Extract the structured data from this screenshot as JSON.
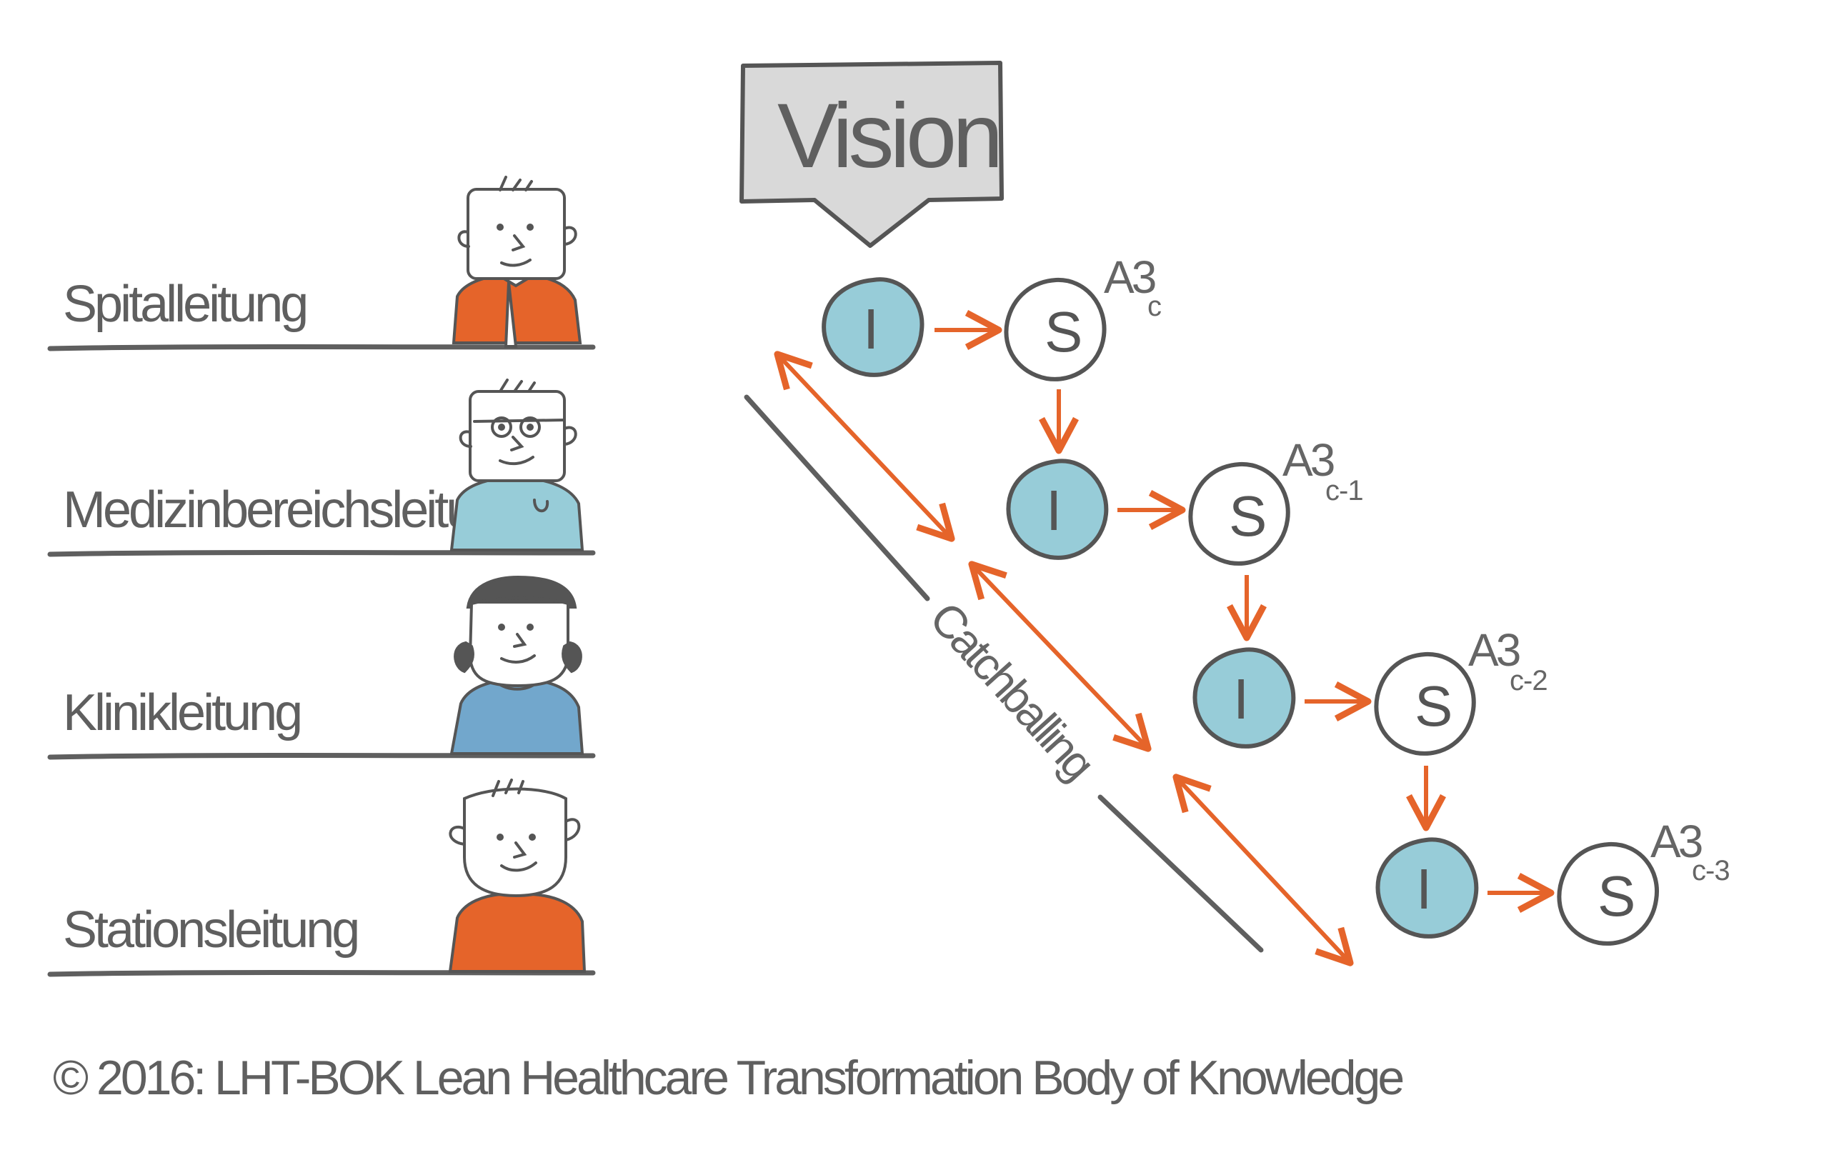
{
  "roles": [
    {
      "label": "Spitalleitung"
    },
    {
      "label": "Medizinbereichsleitung"
    },
    {
      "label": "Klinikleitung"
    },
    {
      "label": "Stationsleitung"
    }
  ],
  "vision": {
    "label": "Vision"
  },
  "cycles": [
    {
      "i_label": "I",
      "s_label": "S",
      "a3_main": "A3",
      "a3_sub": "c"
    },
    {
      "i_label": "I",
      "s_label": "S",
      "a3_main": "A3",
      "a3_sub": "c-1"
    },
    {
      "i_label": "I",
      "s_label": "S",
      "a3_main": "A3",
      "a3_sub": "c-2"
    },
    {
      "i_label": "I",
      "s_label": "S",
      "a3_main": "A3",
      "a3_sub": "c-3"
    }
  ],
  "catchballing": {
    "label": "Catchballing"
  },
  "footer": {
    "copyright": "© 2016: LHT-BOK Lean Healthcare Transformation Body of Knowledge"
  },
  "colors": {
    "orange": "#e5642a",
    "teal": "#97ccd8",
    "gray": "#5f5f5f",
    "light_gray": "#d9d9d9",
    "blue_shirt": "#72a7cc"
  }
}
